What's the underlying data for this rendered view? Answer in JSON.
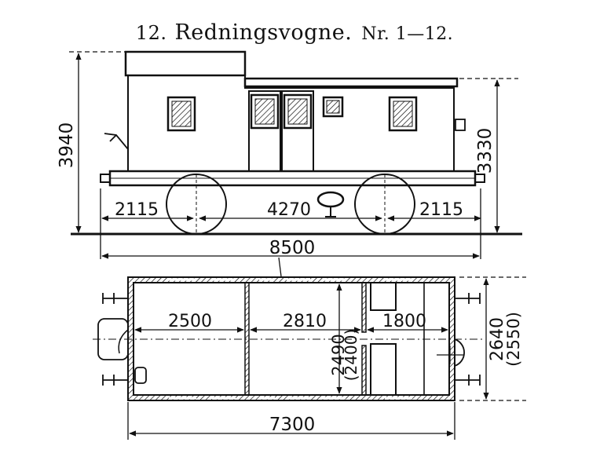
{
  "title": {
    "number": "12.",
    "text": "Redningsvogne.",
    "subtitle": "Nr. 1—12."
  },
  "dimensions": {
    "total_height": "3940",
    "body_height": "3330",
    "overhang_left": "2115",
    "wheelbase": "4270",
    "overhang_right": "2115",
    "length_over_buffers": "8500",
    "compartment_1": "2500",
    "compartment_2": "2810",
    "compartment_3": "1800",
    "inner_width": "2490",
    "inner_width_alt": "(2400)",
    "outer_width": "2640",
    "outer_width_alt": "(2550)",
    "body_length": "7300"
  },
  "colors": {
    "ink": "#111111",
    "paper": "#ffffff"
  }
}
